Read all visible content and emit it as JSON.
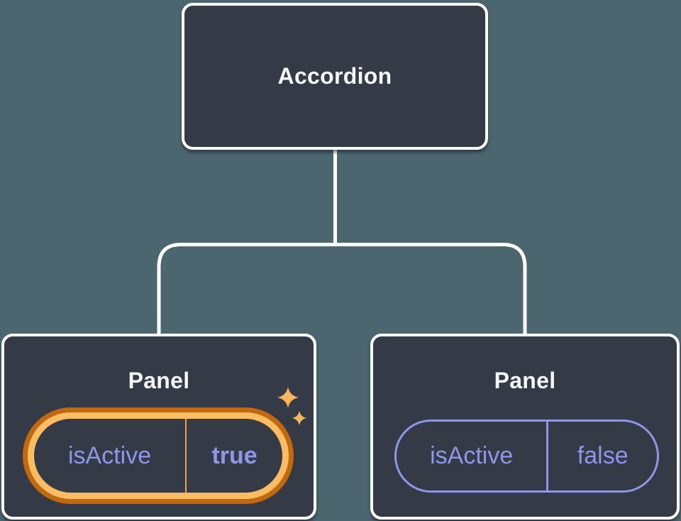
{
  "diagram": {
    "root": {
      "label": "Accordion"
    },
    "panels": [
      {
        "title": "Panel",
        "prop_name": "isActive",
        "prop_value": "true",
        "state": "active"
      },
      {
        "title": "Panel",
        "prop_name": "isActive",
        "prop_value": "false",
        "state": "inactive"
      }
    ],
    "colors": {
      "background": "#4C6670",
      "box_fill": "#343A46",
      "box_border": "#FFFFFF",
      "title_text": "#F6F7F9",
      "prop_purple": "#8D96E8",
      "highlight_outer_ring": "#C2690F",
      "highlight_inner_ring": "#FBBC62",
      "active_divider": "#EDA24B",
      "sparkle": "#F8B55C",
      "connector": "#FFFFFF"
    }
  }
}
